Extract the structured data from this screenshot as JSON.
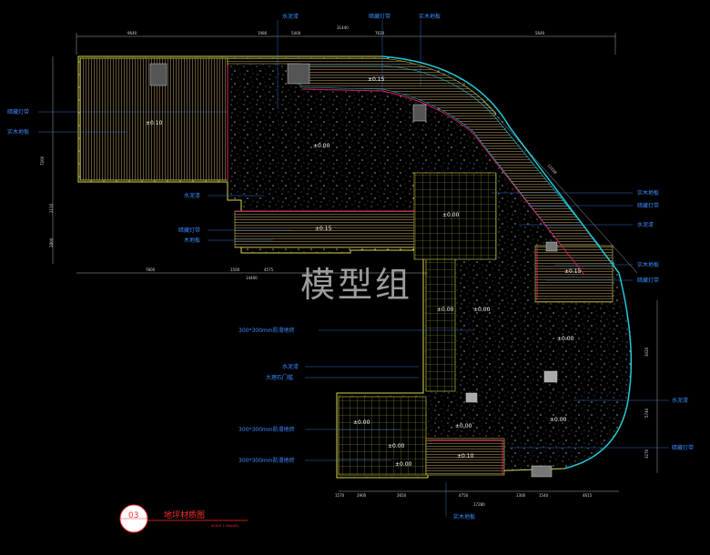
{
  "watermark": "模型组",
  "title_block": {
    "number": "03",
    "title": "地坪材质图",
    "scale": "SCALE 1:100(A3)"
  },
  "colors": {
    "wood": "#c9a96a",
    "concrete": "#ffffff",
    "tile": "#cfd84a",
    "outline": "#d8d64a",
    "led": "#e0206a",
    "cyan": "#20c8d8",
    "label": "#3a8cff"
  },
  "callouts_top": [
    "水泥漆",
    "暗藏灯带",
    "实木地板"
  ],
  "callouts_left": [
    "暗藏灯带",
    "实木地板",
    "水泥漆",
    "暗藏灯带",
    "木地板",
    "300*300mm防滑地砖",
    "水泥漆",
    "大理石门槛",
    "300*300mm防滑地砖",
    "300*300mm防滑地砖"
  ],
  "callouts_right": [
    "实木地板",
    "暗藏灯带",
    "水泥漆",
    "实木地板",
    "暗藏灯带",
    "水泥漆",
    "暗藏灯带"
  ],
  "callout_bottom": "实木地板",
  "levels": [
    "±0.15",
    "±0.10",
    "±0.00",
    "±0.00",
    "±0.15",
    "±0.00",
    "±0.00",
    "±0.15",
    "±0.00",
    "±0.00",
    "±0.00",
    "±0.00",
    "±0.00",
    "±0.00",
    "±0.10"
  ],
  "dims_top": [
    "9640",
    "1980",
    "5400",
    "7620",
    "5640"
  ],
  "dim_top_total": "31440",
  "dims_mid": [
    "7800",
    "1500",
    "4575"
  ],
  "dim_mid_total": "14400",
  "dims_bottom": [
    "1570",
    "2900",
    "2650",
    "4750",
    "1300",
    "1540",
    "4615"
  ],
  "dim_bottom_total": "17280",
  "dims_left": [
    "7200",
    "2110",
    "2800"
  ],
  "dims_right": [
    "3020",
    "5740",
    "3270"
  ],
  "dim_diag": "12208"
}
